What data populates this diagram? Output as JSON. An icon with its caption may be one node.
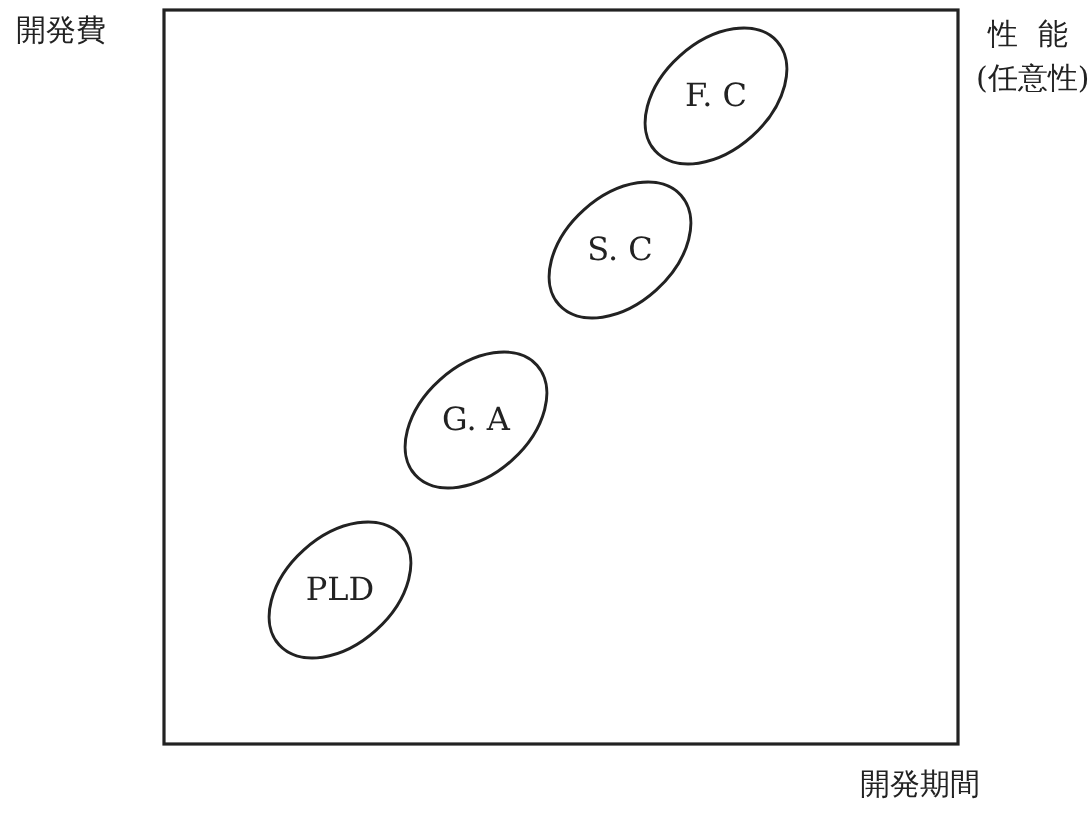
{
  "diagram": {
    "nodes": [
      {
        "text": [
          "F. C"
        ]
      },
      {
        "text": [
          "S. C"
        ]
      },
      {
        "text": [
          "G. A"
        ]
      },
      {
        "text": [
          "PLD"
        ]
      }
    ],
    "labels": [
      "開発費",
      "性能",
      "(任意性)",
      "開発期間"
    ]
  }
}
